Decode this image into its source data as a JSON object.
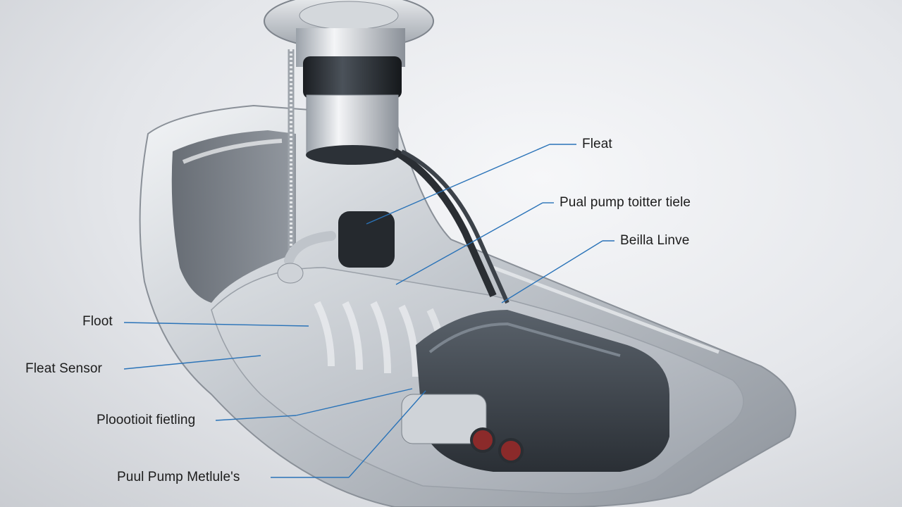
{
  "labels": {
    "float_top": "Fleat",
    "pump_filter": "Pual pump toitter tiele",
    "return_line": "Beilla Linve",
    "float_left": "Floot",
    "float_sensor": "Fleat Sensor",
    "fitting": "Ploootioit fietling",
    "module": "Puul Pump Metlule's"
  },
  "colors": {
    "leader_line": "#2a73b8",
    "background": "#e4e6ea",
    "tank_metal": "#b9bfc6",
    "reservoir": "#3e454d"
  }
}
